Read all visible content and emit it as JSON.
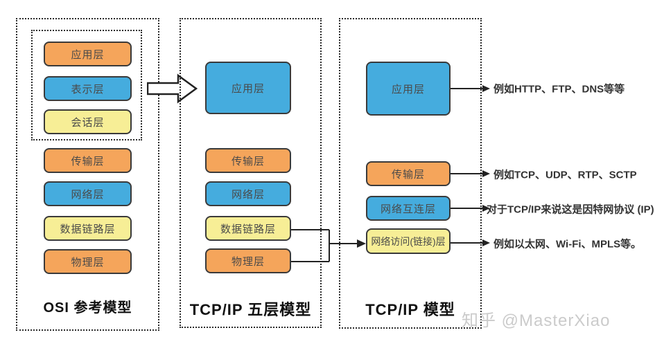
{
  "columns": [
    {
      "title": "OSI 参考模型",
      "layers": [
        "应用层",
        "表示层",
        "会话层",
        "传输层",
        "网络层",
        "数据链路层",
        "物理层"
      ]
    },
    {
      "title": "TCP/IP 五层模型",
      "layers": [
        "应用层",
        "传输层",
        "网络层",
        "数据链路层",
        "物理层"
      ]
    },
    {
      "title": "TCP/IP 模型",
      "layers": [
        "应用层",
        "传输层",
        "网络互连层",
        "网络访问(链接)层"
      ]
    }
  ],
  "annotations": [
    "例如HTTP、FTP、DNS等等",
    "例如TCP、UDP、RTP、SCTP",
    "对于TCP/IP来说这是因特网协议 (IP)",
    "例如以太网、Wi-Fi、MPLS等。"
  ],
  "watermark": "知乎 @MasterXiao",
  "colors": {
    "layer_orange": "#F5A55B",
    "layer_blue": "#45ACDE",
    "layer_yellow": "#F7EE96",
    "box_border": "#3A3A3A",
    "dashed_border": "#2A2A2A",
    "annotation_text": "#333333",
    "watermark_text": "#CBCBCB"
  }
}
